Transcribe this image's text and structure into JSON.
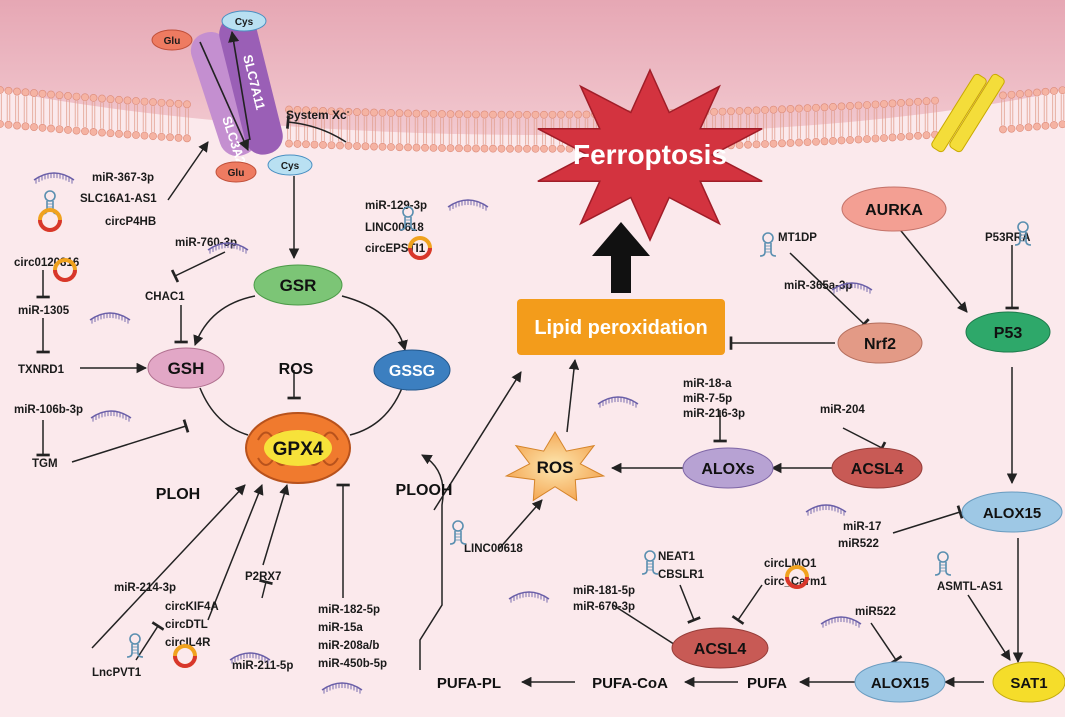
{
  "membrane": {
    "transporter_a": "SLC3A2",
    "transporter_b": "SLC7A11",
    "system_label": "System Xc",
    "system_superscript": "-",
    "glu_out": "Glu",
    "cys_out": "Cys",
    "glu_in": "Glu",
    "cys_in": "Cys"
  },
  "center": {
    "ferroptosis": "Ferroptosis",
    "lipid_peroxidation": "Lipid peroxidation"
  },
  "nodes": {
    "gsr": "GSR",
    "gsh": "GSH",
    "gssg": "GSSG",
    "ros_top": "ROS",
    "gpx4": "GPX4",
    "ploh": "PLOH",
    "plooh": "PLOOH",
    "ros_star": "ROS",
    "aloxs": "ALOXs",
    "acsl4_right": "ACSL4",
    "acsl4_bottom": "ACSL4",
    "aurka": "AURKA",
    "p53": "P53",
    "nrf2": "Nrf2",
    "alox15_right": "ALOX15",
    "alox15_bottom": "ALOX15",
    "sat1": "SAT1",
    "pufa": "PUFA",
    "pufa_coa": "PUFA-CoA",
    "pufa_pl": "PUFA-PL"
  },
  "labels": {
    "mir367": "miR-367-3p",
    "slc16a1": "SLC16A1-AS1",
    "circp4hb": "circP4HB",
    "mir760": "miR-760-3p",
    "chac1": "CHAC1",
    "circ0120816": "circ0120816",
    "mir1305": "miR-1305",
    "txnrd1": "TXNRD1",
    "mir106b": "miR-106b-3p",
    "tgm": "TGM",
    "mir129": "miR-129-3p",
    "linc00618_top": "LINC00618",
    "circepsti1": "circEPSTI1",
    "mt1dp": "MT1DP",
    "mir365a": "miR-365a-3p",
    "p53rra": "P53RRA",
    "mir18a": "miR-18-a",
    "mir7": "miR-7-5p",
    "mir216": "miR-216-3p",
    "mir204": "miR-204",
    "mir17": "miR-17",
    "mir522_right": "miR522",
    "linc00618_bottom": "LINC00618",
    "neat1": "NEAT1",
    "cbslr1": "CBSLR1",
    "circlmo1": "circLMO1",
    "circcarm1": "circ_Carm1",
    "asmtl": "ASMTL-AS1",
    "mir181": "miR-181-5p",
    "mir670": "miR-670-3p",
    "mir522_bottom": "miR522",
    "mir214": "miR-214-3p",
    "lncpvt1": "LncPVT1",
    "circkif4a": "circKIF4A",
    "circdtl": "circDTL",
    "circil4r": "circIL4R",
    "p2rx7": "P2RX7",
    "mir211": "miR-211-5p",
    "mir182": "miR-182-5p",
    "mir15a": "miR-15a",
    "mir208": "miR-208a/b",
    "mir450": "miR-450b-5p"
  },
  "colors": {
    "background": "#fbe9ec",
    "membrane": "#e7b3bd",
    "lipid_head": "#f5b3a3",
    "gsr": "#7cc576",
    "gsh": "#e2a7c6",
    "gssg": "#3c7fc0",
    "gpx4": "#f7e23a",
    "ferroptosis": "#d3333f",
    "lipid_box": "#f39c1b",
    "aloxs": "#b7a2d3",
    "acsl4": "#c85a55",
    "aurka": "#f39f93",
    "p53": "#2ea86a",
    "nrf2": "#e39a86",
    "alox15": "#9ec8e5",
    "sat1": "#f5dd2a"
  }
}
